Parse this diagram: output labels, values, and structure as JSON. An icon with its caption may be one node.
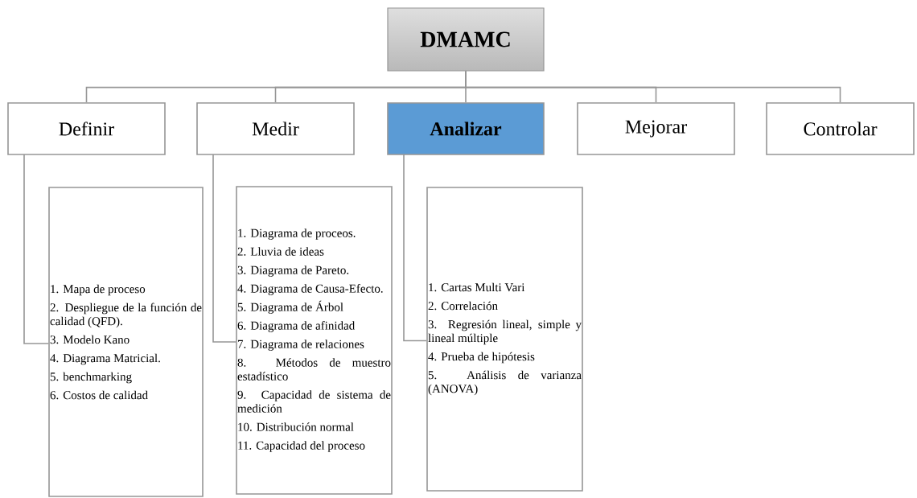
{
  "diagram": {
    "nodes": [
      {
        "text": [
          "DMAMC"
        ]
      },
      {
        "text": [
          "Definir"
        ]
      },
      {
        "text": [
          "Medir"
        ]
      },
      {
        "text": [
          "Analizar"
        ]
      },
      {
        "text": [
          "Mejorar"
        ]
      },
      {
        "text": [
          "Controlar"
        ]
      },
      {
        "text": [
          "1. Mapa de proceso",
          "2. Despliegue de la función de calidad (QFD).",
          "3. Modelo Kano",
          "4. Diagrama Matricial.",
          "5. benchmarking",
          "6. Costos de calidad"
        ]
      },
      {
        "text": [
          "1. Diagrama de proceos.",
          "2. Lluvia de ideas",
          "3. Diagrama de Pareto.",
          "4. Diagrama de Causa-Efecto.",
          "5. Diagrama de Árbol",
          "6. Diagrama de afinidad",
          "7. Diagrama de relaciones",
          "8. Métodos de muestro estadístico",
          "9. Capacidad de sistema de medición",
          "10. Distribución normal",
          "11. Capacidad del proceso"
        ]
      },
      {
        "text": [
          "1. Cartas Multi Vari",
          "2. Correlación",
          "3. Regresión lineal, simple y lineal múltiple",
          "4. Prueba de hipótesis",
          "5. Análisis de varianza (ANOVA)"
        ]
      }
    ],
    "edges": [
      {
        "from": 0,
        "to": 1,
        "arrow": "none"
      },
      {
        "from": 0,
        "to": 2,
        "arrow": "none"
      },
      {
        "from": 0,
        "to": 3,
        "arrow": "none"
      },
      {
        "from": 0,
        "to": 4,
        "arrow": "none"
      },
      {
        "from": 0,
        "to": 5,
        "arrow": "none"
      },
      {
        "from": 1,
        "to": 6,
        "arrow": "none"
      },
      {
        "from": 2,
        "to": 7,
        "arrow": "none"
      },
      {
        "from": 3,
        "to": 8,
        "arrow": "none"
      }
    ]
  }
}
